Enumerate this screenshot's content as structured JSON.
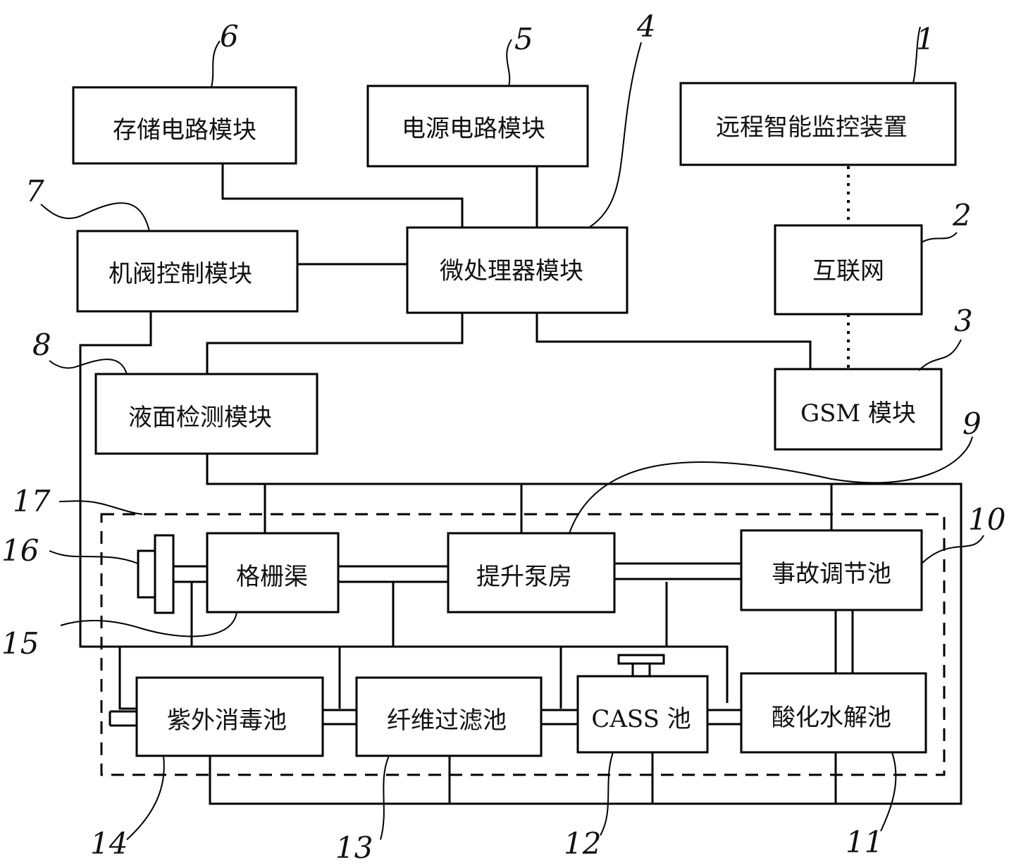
{
  "modules": {
    "remote": "远程智能监控装置",
    "internet": "互联网",
    "gsm": "GSM 模块",
    "micro": "微处理器模块",
    "power": "电源电路模块",
    "storage": "存储电路模块",
    "valve": "机阀控制模块",
    "level": "液面检测模块"
  },
  "units": {
    "grille": "格栅渠",
    "pump": "提升泵房",
    "accident": "事故调节池",
    "acid": "酸化水解池",
    "cass": "CASS 池",
    "fiber": "纤维过滤池",
    "uv": "紫外消毒池"
  },
  "refs": {
    "n1": "1",
    "n2": "2",
    "n3": "3",
    "n4": "4",
    "n5": "5",
    "n6": "6",
    "n7": "7",
    "n8": "8",
    "n9": "9",
    "n10": "10",
    "n11": "11",
    "n12": "12",
    "n13": "13",
    "n14": "14",
    "n15": "15",
    "n16": "16",
    "n17": "17"
  }
}
